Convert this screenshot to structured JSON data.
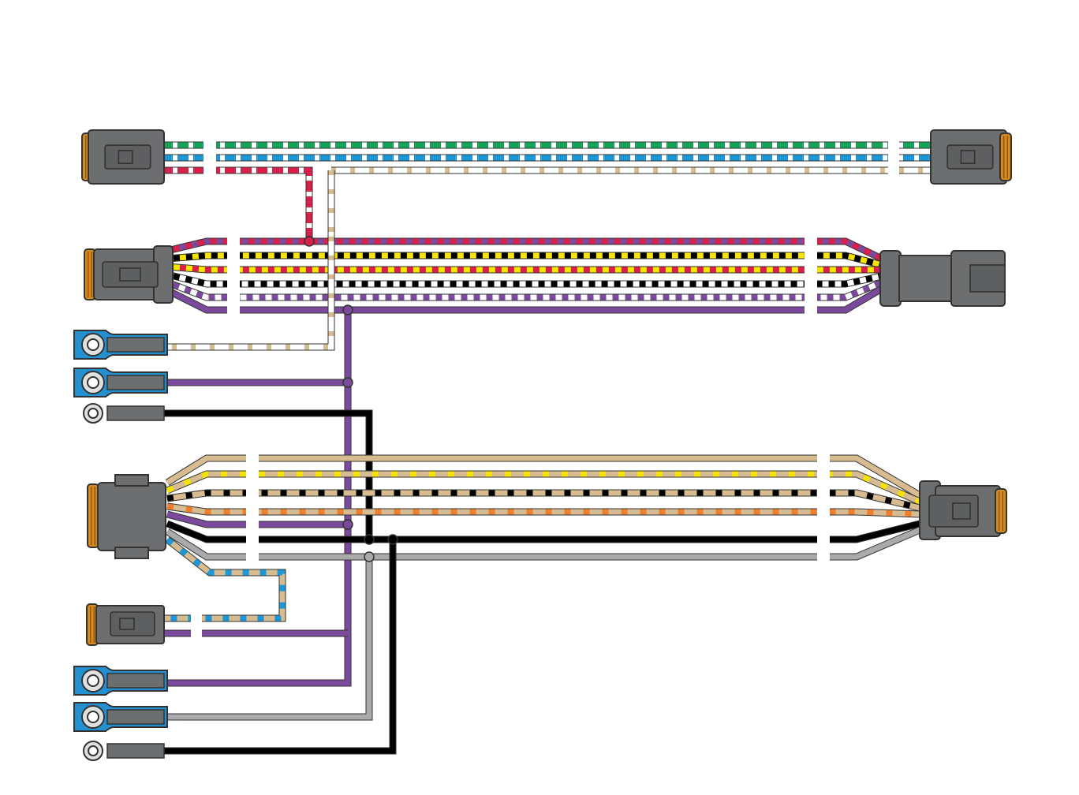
{
  "diagram": {
    "type": "wiring-harness",
    "background": "#ffffff",
    "colors": {
      "outline": "#333333",
      "connector_body": "#6d6e70",
      "connector_face": "#5e5f61",
      "seal": "#d8891e",
      "seal_dark": "#8b5a10",
      "terminal_insulation": "#2590d0",
      "terminal_ring": "#e0e0e0",
      "white": "#ffffff",
      "red": "#d8204a",
      "green": "#15a35a",
      "blue": "#1c97d8",
      "tan": "#d7bc92",
      "black": "#000000",
      "yellow": "#f5e300",
      "purple": "#7b4a9c",
      "orange": "#ee7d2c",
      "gray": "#aaaaaa"
    },
    "harnesses": [
      {
        "name": "harness-1",
        "left_connector": "2-pin-deutsch-receptacle",
        "right_connector": "2-pin-deutsch-plug",
        "wires": [
          {
            "name": "green-white",
            "base": "white",
            "stripe": "green"
          },
          {
            "name": "blue-white",
            "base": "white",
            "stripe": "blue"
          },
          {
            "name": "white-red",
            "base": "white",
            "stripe": "red"
          }
        ]
      },
      {
        "name": "harness-2",
        "left_connector": "6-pin-deutsch-receptacle",
        "right_connector": "6-pin-deutsch-plug",
        "wires": [
          {
            "name": "red-purple",
            "base": "red",
            "stripe": "purple"
          },
          {
            "name": "black-yellow",
            "base": "black",
            "stripe": "yellow"
          },
          {
            "name": "yellow-red",
            "base": "yellow",
            "stripe": "red"
          },
          {
            "name": "black-white",
            "base": "black",
            "stripe": "white"
          },
          {
            "name": "purple-white",
            "base": "purple",
            "stripe": "white"
          },
          {
            "name": "purple",
            "base": "purple"
          }
        ]
      },
      {
        "name": "harness-3",
        "left_connector": "8-pin-deutsch-receptacle",
        "right_connector": "8-pin-deutsch-plug",
        "wires": [
          {
            "name": "tan",
            "base": "tan"
          },
          {
            "name": "tan-yellow",
            "base": "tan",
            "stripe": "yellow"
          },
          {
            "name": "tan-black",
            "base": "tan",
            "stripe": "black"
          },
          {
            "name": "tan-orange",
            "base": "tan",
            "stripe": "orange"
          },
          {
            "name": "purple",
            "base": "purple"
          },
          {
            "name": "black",
            "base": "black"
          },
          {
            "name": "gray",
            "base": "gray"
          },
          {
            "name": "tan-blue",
            "base": "tan",
            "stripe": "blue"
          }
        ]
      }
    ],
    "terminals": [
      {
        "name": "ring-terminal-1",
        "insulated": true,
        "wire": "white-tan"
      },
      {
        "name": "ring-terminal-2",
        "insulated": true,
        "wire": "purple"
      },
      {
        "name": "ring-terminal-3",
        "insulated": false,
        "wire": "black"
      },
      {
        "name": "ring-terminal-4",
        "insulated": true,
        "wire": "purple"
      },
      {
        "name": "ring-terminal-5",
        "insulated": true,
        "wire": "gray"
      },
      {
        "name": "ring-terminal-6",
        "insulated": false,
        "wire": "black"
      }
    ]
  }
}
